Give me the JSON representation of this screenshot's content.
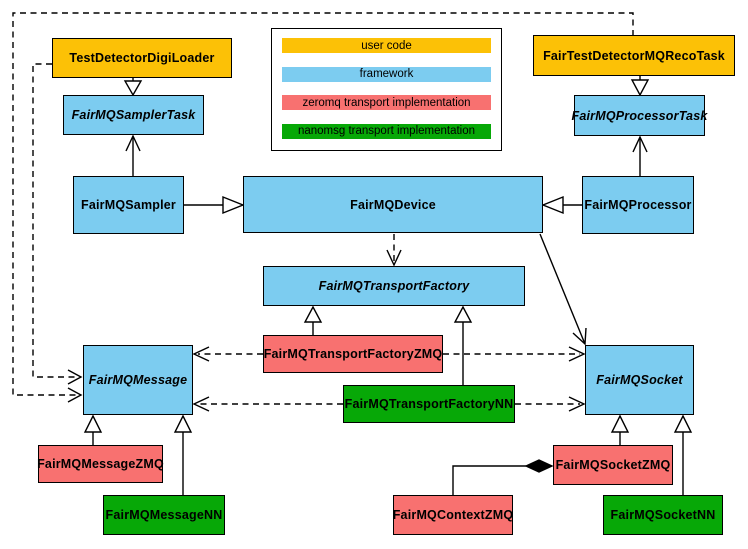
{
  "diagram": {
    "kind": "uml-class-diagram"
  },
  "colors": {
    "user_code": "#fcc106",
    "framework": "#7cccf0",
    "zeromq": "#f87170",
    "nanomsg": "#07a807",
    "line": "#000000",
    "background": "#ffffff"
  },
  "legend": {
    "items": [
      {
        "label": "user code",
        "color": "#fcc106"
      },
      {
        "label": "framework",
        "color": "#7cccf0"
      },
      {
        "label": "zeromq transport implementation",
        "color": "#f87170"
      },
      {
        "label": "nanomsg transport implementation",
        "color": "#07a807"
      }
    ]
  },
  "nodes": {
    "testDetectorDigiLoader": {
      "label": "TestDetectorDigiLoader",
      "category": "user-code",
      "abstract": false
    },
    "fairTestDetectorMQRecoTask": {
      "label": "FairTestDetectorMQRecoTask",
      "category": "user-code",
      "abstract": false
    },
    "fairMQSamplerTask": {
      "label": "FairMQSamplerTask",
      "category": "framework",
      "abstract": true
    },
    "fairMQProcessorTask": {
      "label": "FairMQProcessorTask",
      "category": "framework",
      "abstract": true
    },
    "fairMQSampler": {
      "label": "FairMQSampler",
      "category": "framework",
      "abstract": false
    },
    "fairMQDevice": {
      "label": "FairMQDevice",
      "category": "framework",
      "abstract": false
    },
    "fairMQProcessor": {
      "label": "FairMQProcessor",
      "category": "framework",
      "abstract": false
    },
    "fairMQTransportFactory": {
      "label": "FairMQTransportFactory",
      "category": "framework",
      "abstract": true
    },
    "fairMQTransportFactoryZMQ": {
      "label": "FairMQTransportFactoryZMQ",
      "category": "zeromq",
      "abstract": false
    },
    "fairMQTransportFactoryNN": {
      "label": "FairMQTransportFactoryNN",
      "category": "nanomsg",
      "abstract": false
    },
    "fairMQMessage": {
      "label": "FairMQMessage",
      "category": "framework",
      "abstract": true
    },
    "fairMQSocket": {
      "label": "FairMQSocket",
      "category": "framework",
      "abstract": true
    },
    "fairMQMessageZMQ": {
      "label": "FairMQMessageZMQ",
      "category": "zeromq",
      "abstract": false
    },
    "fairMQMessageNN": {
      "label": "FairMQMessageNN",
      "category": "nanomsg",
      "abstract": false
    },
    "fairMQContextZMQ": {
      "label": "FairMQContextZMQ",
      "category": "zeromq",
      "abstract": false
    },
    "fairMQSocketZMQ": {
      "label": "FairMQSocketZMQ",
      "category": "zeromq",
      "abstract": false
    },
    "fairMQSocketNN": {
      "label": "FairMQSocketNN",
      "category": "nanomsg",
      "abstract": false
    }
  },
  "edges": [
    {
      "from": "TestDetectorDigiLoader",
      "to": "FairMQSamplerTask",
      "type": "inheritance"
    },
    {
      "from": "FairTestDetectorMQRecoTask",
      "to": "FairMQProcessorTask",
      "type": "inheritance"
    },
    {
      "from": "FairMQSampler",
      "to": "FairMQSamplerTask",
      "type": "association"
    },
    {
      "from": "FairMQProcessor",
      "to": "FairMQProcessorTask",
      "type": "association"
    },
    {
      "from": "FairMQSampler",
      "to": "FairMQDevice",
      "type": "inheritance"
    },
    {
      "from": "FairMQProcessor",
      "to": "FairMQDevice",
      "type": "inheritance"
    },
    {
      "from": "FairMQDevice",
      "to": "FairMQTransportFactory",
      "type": "dependency"
    },
    {
      "from": "FairMQDevice",
      "to": "FairMQSocket",
      "type": "association"
    },
    {
      "from": "FairMQTransportFactoryZMQ",
      "to": "FairMQTransportFactory",
      "type": "inheritance"
    },
    {
      "from": "FairMQTransportFactoryNN",
      "to": "FairMQTransportFactory",
      "type": "inheritance"
    },
    {
      "from": "FairMQTransportFactoryZMQ",
      "to": "FairMQMessage",
      "type": "dependency"
    },
    {
      "from": "FairMQTransportFactoryZMQ",
      "to": "FairMQSocket",
      "type": "dependency"
    },
    {
      "from": "FairMQTransportFactoryNN",
      "to": "FairMQMessage",
      "type": "dependency"
    },
    {
      "from": "FairMQTransportFactoryNN",
      "to": "FairMQSocket",
      "type": "dependency"
    },
    {
      "from": "TestDetectorDigiLoader",
      "to": "FairMQMessage",
      "type": "dependency"
    },
    {
      "from": "FairTestDetectorMQRecoTask",
      "to": "FairMQMessage",
      "type": "dependency"
    },
    {
      "from": "FairMQMessageZMQ",
      "to": "FairMQMessage",
      "type": "inheritance"
    },
    {
      "from": "FairMQMessageNN",
      "to": "FairMQMessage",
      "type": "inheritance"
    },
    {
      "from": "FairMQSocketZMQ",
      "to": "FairMQSocket",
      "type": "inheritance"
    },
    {
      "from": "FairMQSocketNN",
      "to": "FairMQSocket",
      "type": "inheritance"
    },
    {
      "from": "FairMQContextZMQ",
      "to": "FairMQSocketZMQ",
      "type": "composition"
    }
  ]
}
